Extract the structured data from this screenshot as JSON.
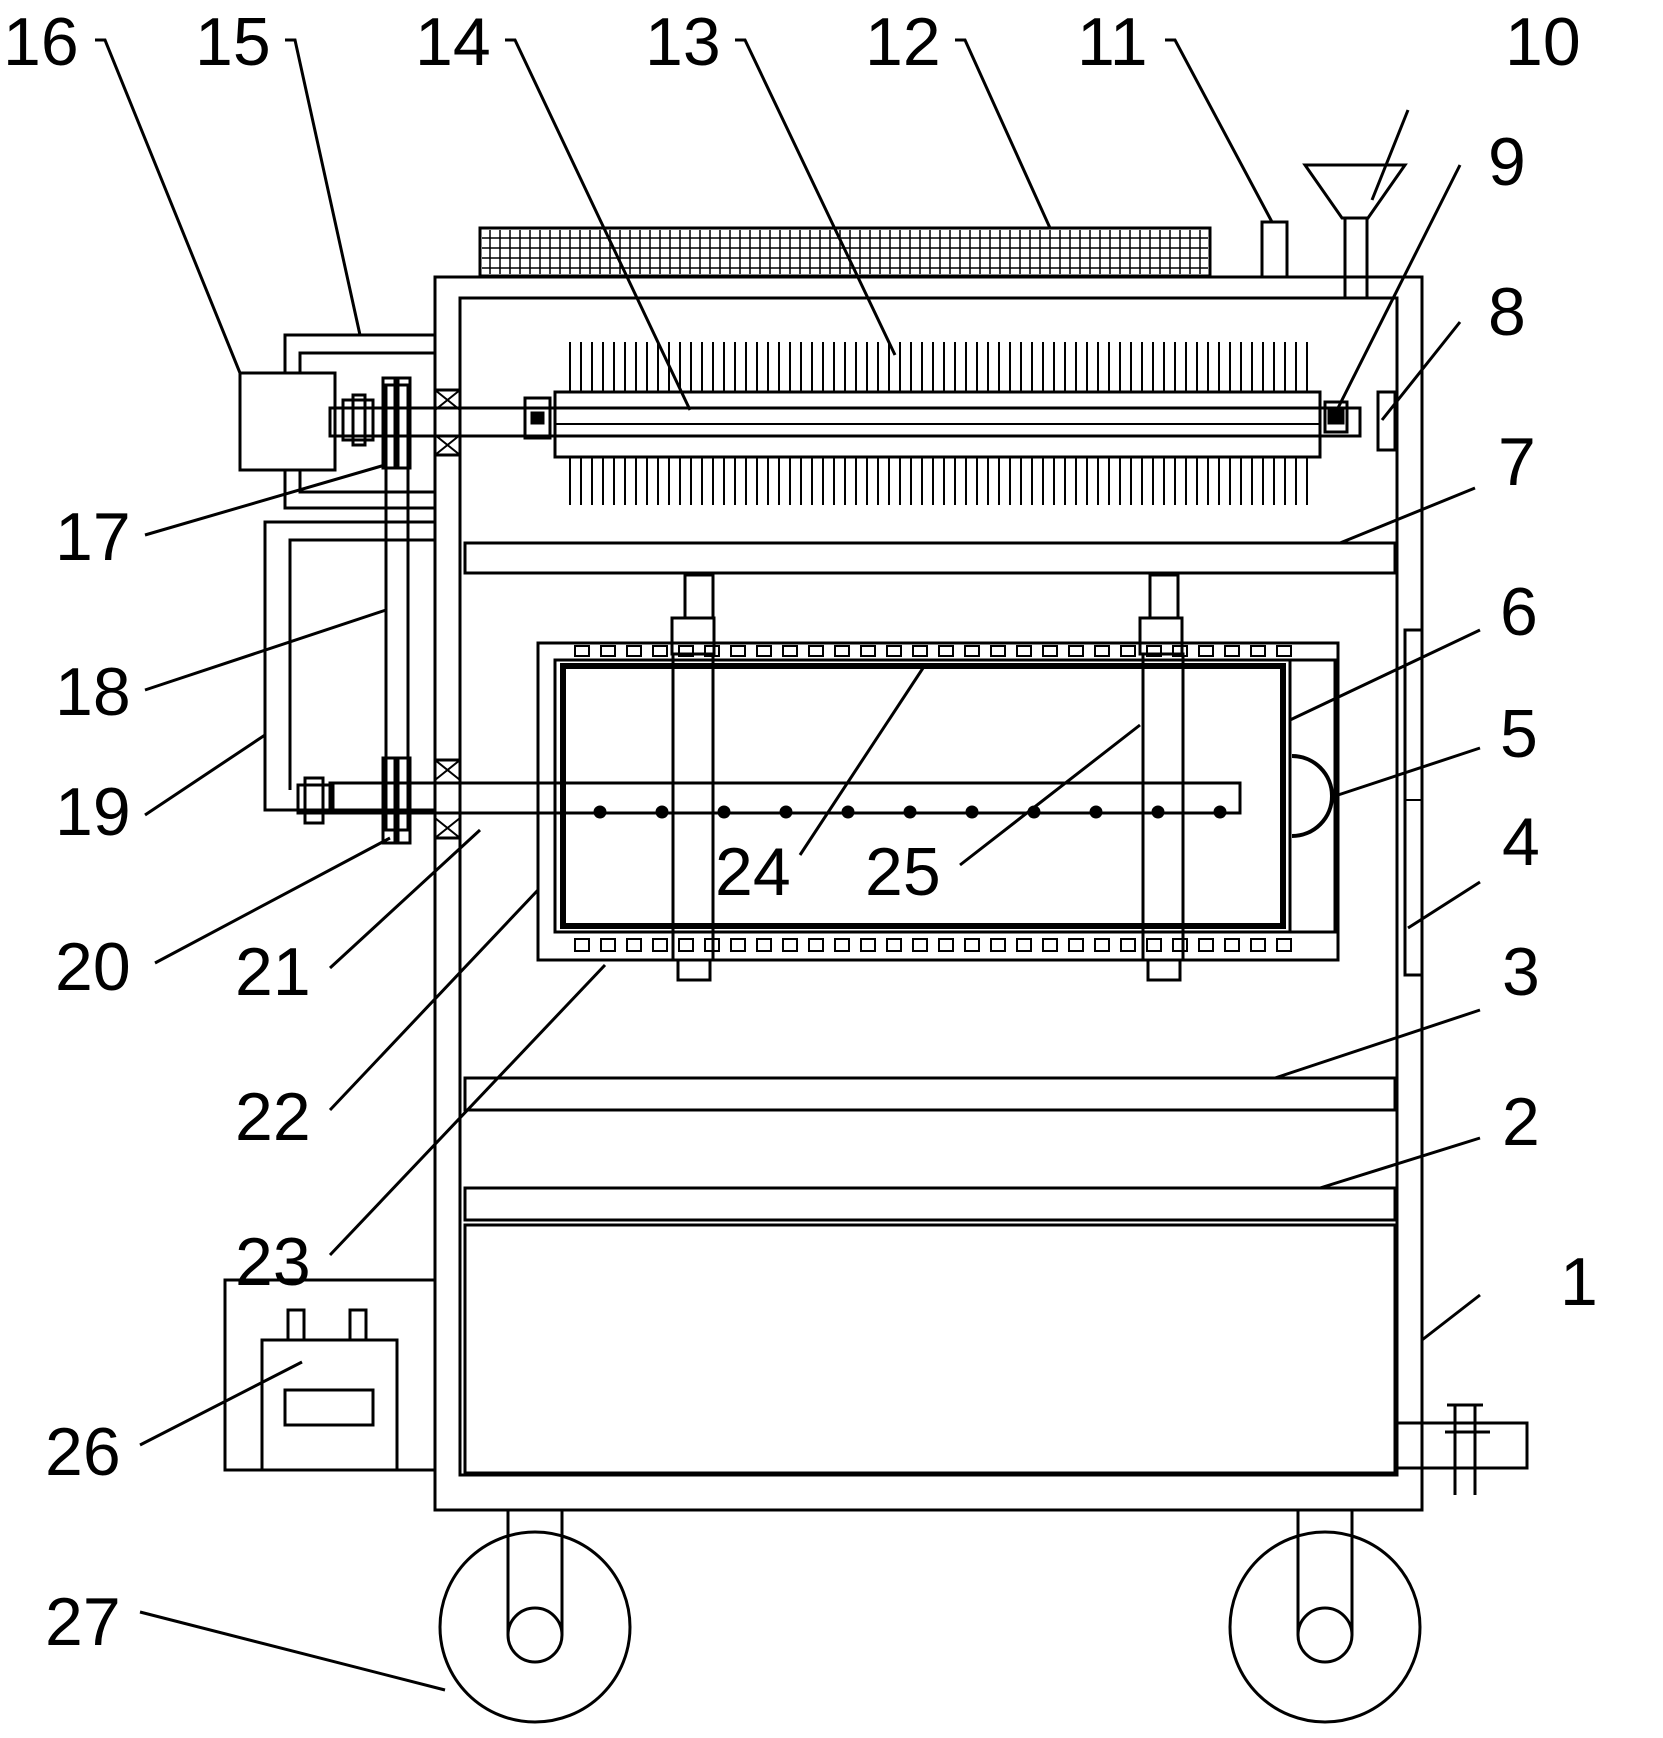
{
  "labels": {
    "l1": "1",
    "l2": "2",
    "l3": "3",
    "l4": "4",
    "l5": "5",
    "l6": "6",
    "l7": "7",
    "l8": "8",
    "l9": "9",
    "l10": "10",
    "l11": "11",
    "l12": "12",
    "l13": "13",
    "l14": "14",
    "l15": "15",
    "l16": "16",
    "l17": "17",
    "l18": "18",
    "l19": "19",
    "l20": "20",
    "l21": "21",
    "l22": "22",
    "l23": "23",
    "l24": "24",
    "l25": "25",
    "l26": "26",
    "l27": "27"
  }
}
